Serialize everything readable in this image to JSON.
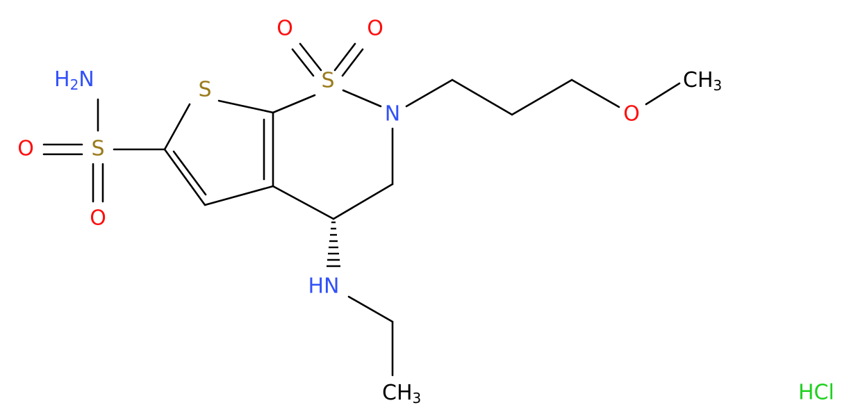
{
  "molecule": {
    "colors": {
      "bond": "#000000",
      "S": "#9a7b1c",
      "O": "#ff0d0d",
      "N": "#3050f8",
      "C": "#000000",
      "Cl": "#1fd01f"
    },
    "labels": {
      "nh2": {
        "base": "H",
        "sub": "2",
        "tail": "N"
      },
      "s_sulfonamide": "S",
      "o_left": "O",
      "o_bottom": "O",
      "s_thiophene": "S",
      "s_sulfone": "S",
      "o_sulfone_left": "O",
      "o_sulfone_right": "O",
      "n_ring": "N",
      "o_ether": "O",
      "ch3_methoxy": {
        "base": "CH",
        "sub": "3"
      },
      "hn": "HN",
      "ch3_ethyl": {
        "base": "CH",
        "sub": "3"
      },
      "hcl": "HCl"
    }
  }
}
